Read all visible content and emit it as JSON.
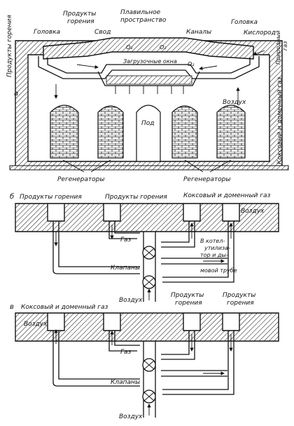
{
  "section_a": {
    "marker": "а",
    "labels": {
      "combustion_products_side": "Продукты горения",
      "combustion_products_top": "Продукты\nгорения",
      "head_left": "Головка",
      "vault": "Свод",
      "melting_space": "Плавильное\nпространство",
      "channels": "Каналы",
      "head_right": "Головка",
      "oxygen": "Кислород",
      "natural_gas": "Природный\nгаз",
      "loading_windows": "Загрузочные окна",
      "o2_1": "O₂",
      "o2_2": "O₂",
      "o2_3": "O₂",
      "hearth": "Под",
      "air": "Воздух",
      "coke_blast_gas": "Коксовый и доменный газ",
      "regenerators_left": "Регенераторы",
      "regenerators_right": "Регенераторы"
    }
  },
  "section_b": {
    "marker": "б",
    "labels": {
      "combustion_products_1": "Продукты горения",
      "combustion_products_2": "Продукты горения",
      "coke_blast_gas": "Коксовый и доменный газ",
      "air_top": "Воздух",
      "gas": "Газ",
      "to_boiler": "В котел-\nутилиза-\nтор и ды-\nмовой трубе",
      "valves": "Клапаны",
      "air_bottom": "Воздух"
    }
  },
  "section_c": {
    "marker": "в",
    "labels": {
      "coke_blast_gas": "Коксовый и доменный газ",
      "combustion_products_1": "Продукты\nгорения",
      "combustion_products_2": "Продукты\nгорения",
      "air_top": "Воздух",
      "gas": "Газ",
      "valves": "Клапаны",
      "air_bottom": "Воздух"
    }
  }
}
